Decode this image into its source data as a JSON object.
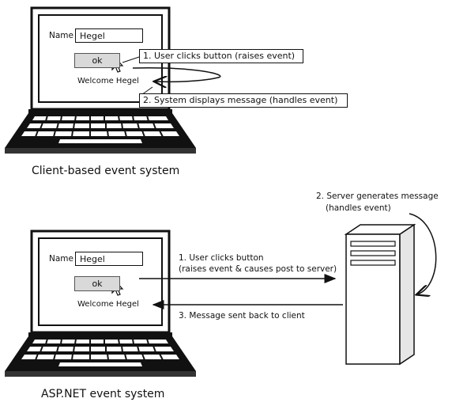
{
  "top": {
    "form": {
      "name_label": "Name",
      "name_value": "Hegel",
      "button_label": "ok",
      "message": "Welcome Hegel"
    },
    "callout_1": "1. User clicks button (raises event)",
    "callout_2": "2. System displays message  (handles event)",
    "caption": "Client-based event system"
  },
  "bottom": {
    "form": {
      "name_label": "Name",
      "name_value": "Hegel",
      "button_label": "ok",
      "message": "Welcome Hegel"
    },
    "step_1_line1": "1. User clicks button",
    "step_1_line2": "(raises event & causes post to server)",
    "step_2_line1": "2. Server generates message",
    "step_2_line2": "(handles event)",
    "step_3": "3. Message sent back to client",
    "caption": "ASP.NET event system"
  }
}
